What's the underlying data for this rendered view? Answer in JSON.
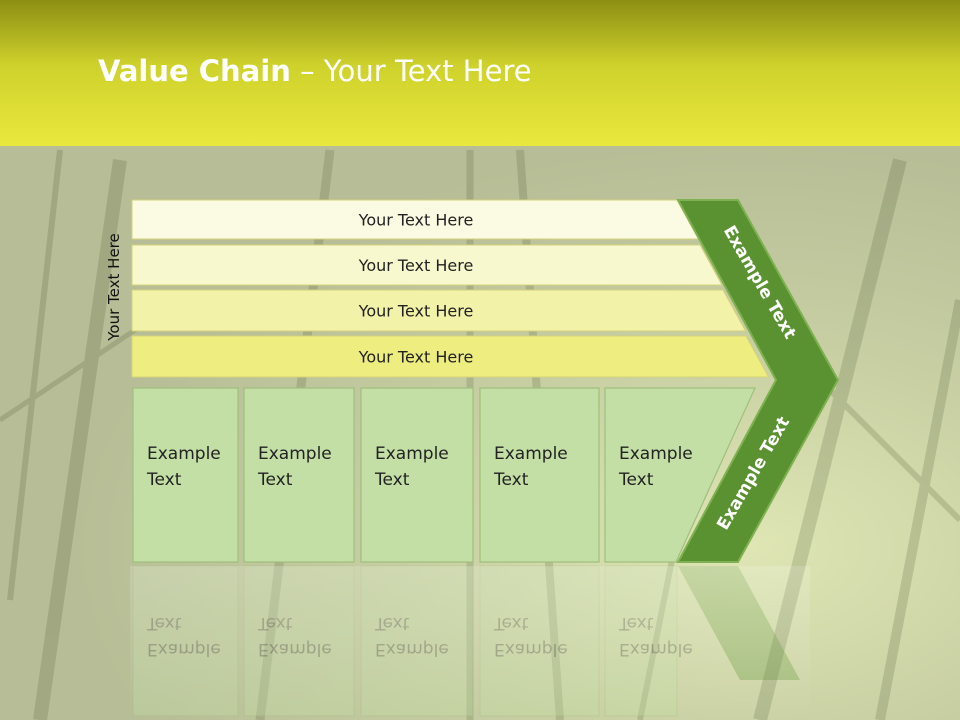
{
  "slide": {
    "title_bold": "Value Chain",
    "title_rest": " – Your Text Here",
    "side_label": "Your Text Here"
  },
  "rows": [
    {
      "label": "Your Text Here",
      "color": "#fbfbe3"
    },
    {
      "label": "Your Text Here",
      "color": "#f8f8cf"
    },
    {
      "label": "Your Text Here",
      "color": "#f3f2a9"
    },
    {
      "label": "Your Text Here",
      "color": "#eeee80"
    }
  ],
  "boxes": [
    "Example\nText",
    "Example\nText",
    "Example\nText",
    "Example\nText",
    "Example\nText"
  ],
  "chevron": {
    "top_text": "Example Text",
    "bottom_text": "Example Text",
    "color": "#5a9232",
    "edge_color": "#7fb052"
  },
  "colors": {
    "header_top": "#8c8e13",
    "header_bottom": "#e8e63a",
    "background": "#c7cda0",
    "box_fill": "#c4dfa6"
  }
}
